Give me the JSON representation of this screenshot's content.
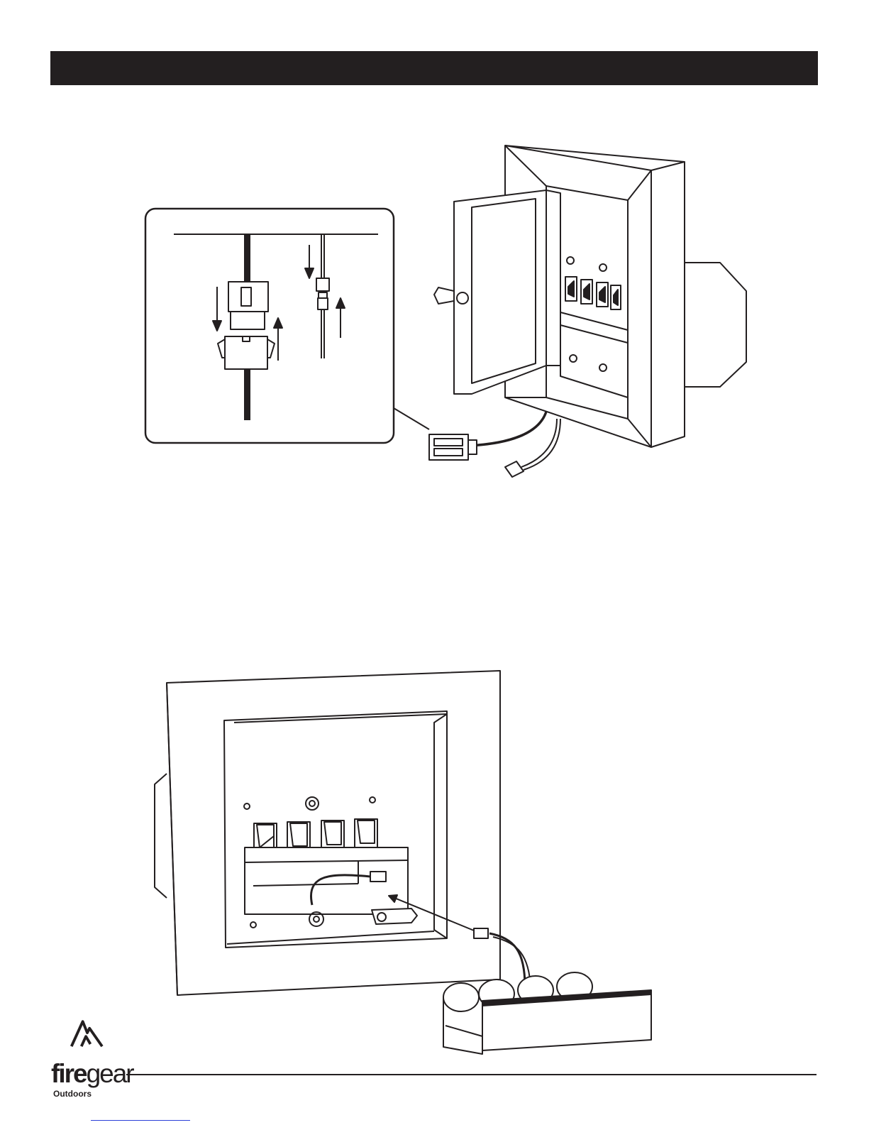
{
  "header": {
    "bar_color": "#231f20"
  },
  "figures": [
    {
      "id": "figure-top",
      "content": "Wall-mounted control box with open door, four rocker switches, and a detail inset showing wire connectors being joined"
    },
    {
      "id": "figure-bottom",
      "content": "Front view of control panel with four rocker switches and a battery pack connected by a small plug"
    }
  ],
  "footer": {
    "logo": {
      "word_bold": "fire",
      "word_regular": "gear",
      "subtitle": "Outdoors",
      "icon": "flame-icon"
    }
  }
}
